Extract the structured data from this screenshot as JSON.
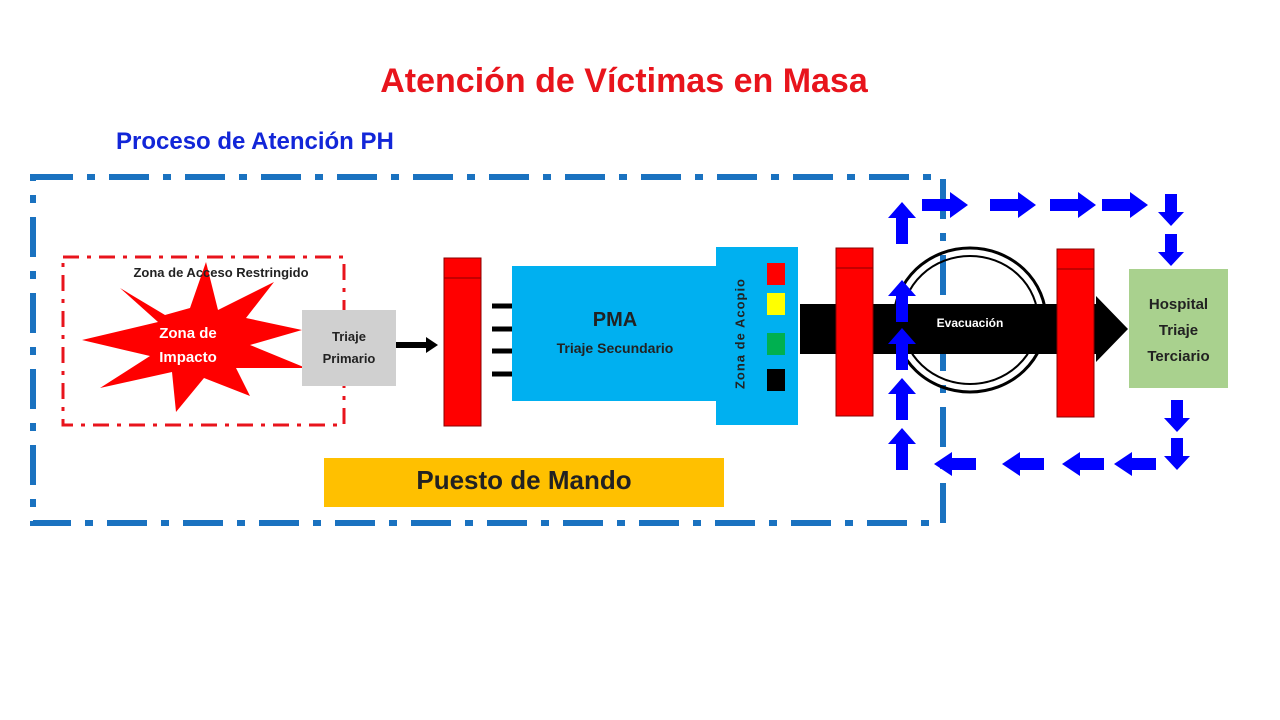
{
  "title": "Atención de Víctimas en Masa",
  "subtitle": "Proceso de Atención PH",
  "labels": {
    "zona_acceso": "Zona de Acceso Restringido",
    "zona_impacto_1": "Zona de",
    "zona_impacto_2": "Impacto",
    "triaje_primario_1": "Triaje",
    "triaje_primario_2": "Primario",
    "pma": "PMA",
    "triaje_secundario": "Triaje Secundario",
    "zona_acopio": "Zona de Acopio",
    "evacuacion": "Evacuación",
    "hospital_1": "Hospital",
    "hospital_2": "Triaje",
    "hospital_3": "Terciario",
    "puesto_mando": "Puesto de Mando"
  },
  "colors": {
    "title": "#e8141c",
    "subtitle": "#1226d8",
    "outer_border": "#1a72c0",
    "zone_border": "#e8141c",
    "barrier": "#ff0000",
    "pma_fill": "#00b0f0",
    "hospital_fill": "#a9d18e",
    "triaje_fill": "#d0d0d0",
    "mando_fill": "#ffc000",
    "flow_arrows": "#0000ff"
  },
  "triage_colors": [
    "#ff0000",
    "#ffff00",
    "#00b050",
    "#000000"
  ]
}
